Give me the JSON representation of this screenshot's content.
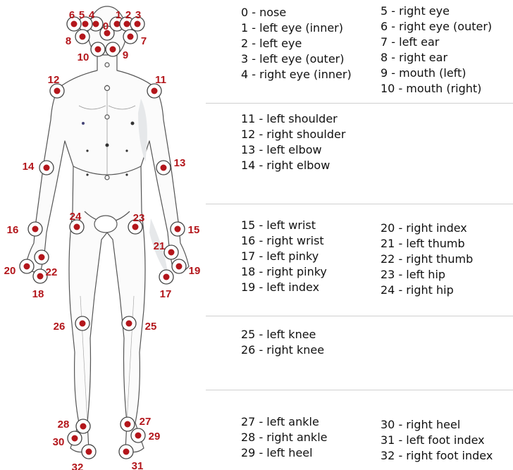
{
  "colors": {
    "marker": "#b3161b",
    "outline": "#555555",
    "divider": "#d0d0d0"
  },
  "keypoints": [
    {
      "id": "0",
      "label": "0",
      "name": "nose"
    },
    {
      "id": "1",
      "label": "1",
      "name": "left eye (inner)"
    },
    {
      "id": "2",
      "label": "2",
      "name": "left eye"
    },
    {
      "id": "3",
      "label": "3",
      "name": "left eye (outer)"
    },
    {
      "id": "4",
      "label": "4",
      "name": "right eye (inner)"
    },
    {
      "id": "5",
      "label": "5",
      "name": "right eye"
    },
    {
      "id": "6",
      "label": "6",
      "name": "right eye (outer)"
    },
    {
      "id": "7",
      "label": "7",
      "name": "left ear"
    },
    {
      "id": "8",
      "label": "8",
      "name": "right ear"
    },
    {
      "id": "9",
      "label": "9",
      "name": "mouth (left)"
    },
    {
      "id": "10",
      "label": "10",
      "name": "mouth (right)"
    },
    {
      "id": "11",
      "label": "11",
      "name": "left shoulder"
    },
    {
      "id": "12",
      "label": "12",
      "name": "right shoulder"
    },
    {
      "id": "13",
      "label": "13",
      "name": "left elbow"
    },
    {
      "id": "14",
      "label": "14",
      "name": "right elbow"
    },
    {
      "id": "15",
      "label": "15",
      "name": "left wrist"
    },
    {
      "id": "16",
      "label": "16",
      "name": "right wrist"
    },
    {
      "id": "17",
      "label": "17",
      "name": "left pinky"
    },
    {
      "id": "18",
      "label": "18",
      "name": "right pinky"
    },
    {
      "id": "19",
      "label": "19",
      "name": "left index"
    },
    {
      "id": "20",
      "label": "20",
      "name": "right index"
    },
    {
      "id": "21",
      "label": "21",
      "name": "left thumb"
    },
    {
      "id": "22",
      "label": "22",
      "name": "right thumb"
    },
    {
      "id": "23",
      "label": "23",
      "name": "left hip"
    },
    {
      "id": "24",
      "label": "24",
      "name": "right hip"
    },
    {
      "id": "25",
      "label": "25",
      "name": "left knee"
    },
    {
      "id": "26",
      "label": "26",
      "name": "right knee"
    },
    {
      "id": "27",
      "label": "27",
      "name": "left ankle"
    },
    {
      "id": "28",
      "label": "28",
      "name": "right ankle"
    },
    {
      "id": "29",
      "label": "29",
      "name": "left heel"
    },
    {
      "id": "30",
      "label": "30",
      "name": "right heel"
    },
    {
      "id": "31",
      "label": "31",
      "name": "left foot index"
    },
    {
      "id": "32",
      "label": "32",
      "name": "right foot index"
    }
  ],
  "legend": {
    "face_col1": [
      "0 - nose",
      "1 - left eye (inner)",
      "2 - left eye",
      "3 - left eye (outer)",
      "4 - right eye (inner)"
    ],
    "face_col2": [
      "5 - right eye",
      "6 - right eye (outer)",
      "7 - left ear",
      "8 - right ear",
      "9 - mouth (left)",
      "10 - mouth (right)"
    ],
    "arms": [
      "11 - left shoulder",
      "12 - right shoulder",
      "13 - left elbow",
      "14 - right elbow"
    ],
    "hands_col1": [
      "15 - left wrist",
      "16 - right wrist",
      "17 - left pinky",
      "18 - right pinky",
      "19 - left index"
    ],
    "hands_col2": [
      "20 - right index",
      "21 - left thumb",
      "22 - right thumb",
      "23 - left hip",
      "24 - right hip"
    ],
    "knees": [
      "25 - left knee",
      "26 - right knee"
    ],
    "feet_col1": [
      "27 - left ankle",
      "28 - right ankle",
      "29 - left heel"
    ],
    "feet_col2": [
      "30 - right heel",
      "31 - left foot index",
      "32 - right foot index"
    ]
  }
}
